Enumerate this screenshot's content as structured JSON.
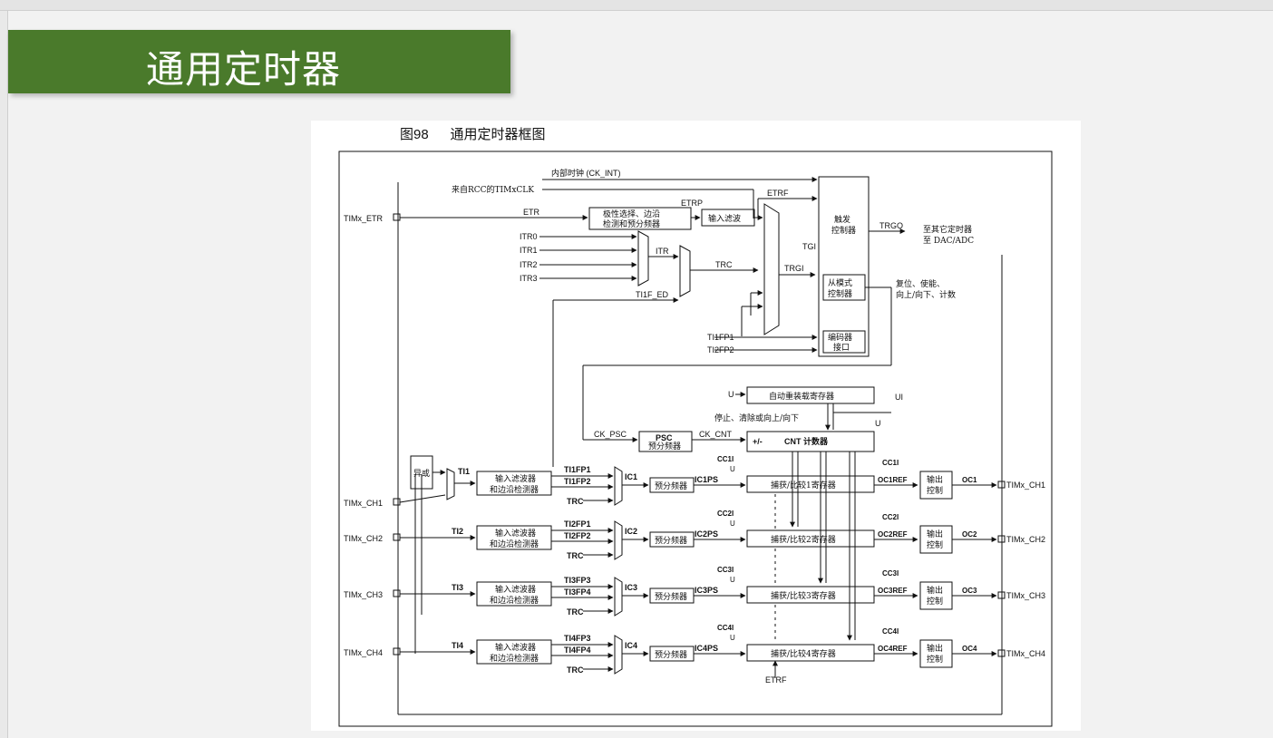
{
  "slide": {
    "title": "通用定时器"
  },
  "figure": {
    "caption_num": "图98",
    "caption_text": "通用定时器框图"
  },
  "diagram": {
    "ck_int": "内部时钟 (CK_INT)",
    "rcc_clk": "来自RCC的TIMxCLK",
    "etr_pin": "TIMx_ETR",
    "etr": "ETR",
    "polarity_line1": "极性选择、边沿",
    "polarity_line2": "检测和预分频器",
    "etrp": "ETRP",
    "input_filter": "输入滤波",
    "etrf": "ETRF",
    "itr0": "ITR0",
    "itr1": "ITR1",
    "itr2": "ITR2",
    "itr3": "ITR3",
    "itr": "ITR",
    "trc": "TRC",
    "tgi": "TGI",
    "trgi": "TRGI",
    "ti1f_ed": "TI1F_ED",
    "trigger_line1": "触发",
    "trigger_line2": "控制器",
    "trgo": "TRGO",
    "trgo_dest_line1": "至其它定时器",
    "trgo_dest_line2": "至 DAC/ADC",
    "slave_line1": "从模式",
    "slave_line2": "控制器",
    "slave_out_line1": "复位、使能、",
    "slave_out_line2": "向上/向下、计数",
    "encoder_line1": "编码器",
    "encoder_line2": "接口",
    "ti1fp1": "TI1FP1",
    "ti2fp2": "TI2FP2",
    "arr": "自动重装载寄存器",
    "u": "U",
    "ui": "UI",
    "stop_clear": "停止、清除或向上/向下",
    "ck_psc": "CK_PSC",
    "psc_line1": "PSC",
    "psc_line2": "预分频器",
    "ck_cnt": "CK_CNT",
    "plus_minus": "+/-",
    "cnt": "CNT 计数器",
    "xor": "异或",
    "filter_line1": "输入滤波器",
    "filter_line2": "和边沿检测器",
    "prescaler": "预分频器",
    "out_ctrl_line1": "输出",
    "out_ctrl_line2": "控制",
    "etrf_bottom": "ETRF",
    "channels": [
      {
        "pin": "TIMx_CH1",
        "ti": "TI1",
        "fpa": "TI1FP1",
        "fpb": "TI1FP2",
        "trc": "TRC",
        "ic": "IC1",
        "icps": "IC1PS",
        "cci": "CC1I",
        "reg": "捕获/比较1寄存器",
        "ocref": "OC1REF",
        "cci_out": "CC1I",
        "oc": "OC1",
        "out_pin": "TIMx_CH1"
      },
      {
        "pin": "TIMx_CH2",
        "ti": "TI2",
        "fpa": "TI2FP1",
        "fpb": "TI2FP2",
        "trc": "TRC",
        "ic": "IC2",
        "icps": "IC2PS",
        "cci": "CC2I",
        "reg": "捕获/比较2寄存器",
        "ocref": "OC2REF",
        "cci_out": "CC2I",
        "oc": "OC2",
        "out_pin": "TIMx_CH2"
      },
      {
        "pin": "TIMx_CH3",
        "ti": "TI3",
        "fpa": "TI3FP3",
        "fpb": "TI3FP4",
        "trc": "TRC",
        "ic": "IC3",
        "icps": "IC3PS",
        "cci": "CC3I",
        "reg": "捕获/比较3寄存器",
        "ocref": "OC3REF",
        "cci_out": "CC3I",
        "oc": "OC3",
        "out_pin": "TIMx_CH3"
      },
      {
        "pin": "TIMx_CH4",
        "ti": "TI4",
        "fpa": "TI4FP3",
        "fpb": "TI4FP4",
        "trc": "TRC",
        "ic": "IC4",
        "icps": "IC4PS",
        "cci": "CC4I",
        "reg": "捕获/比较4寄存器",
        "ocref": "OC4REF",
        "cci_out": "CC4I",
        "oc": "OC4",
        "out_pin": "TIMx_CH4"
      }
    ]
  }
}
